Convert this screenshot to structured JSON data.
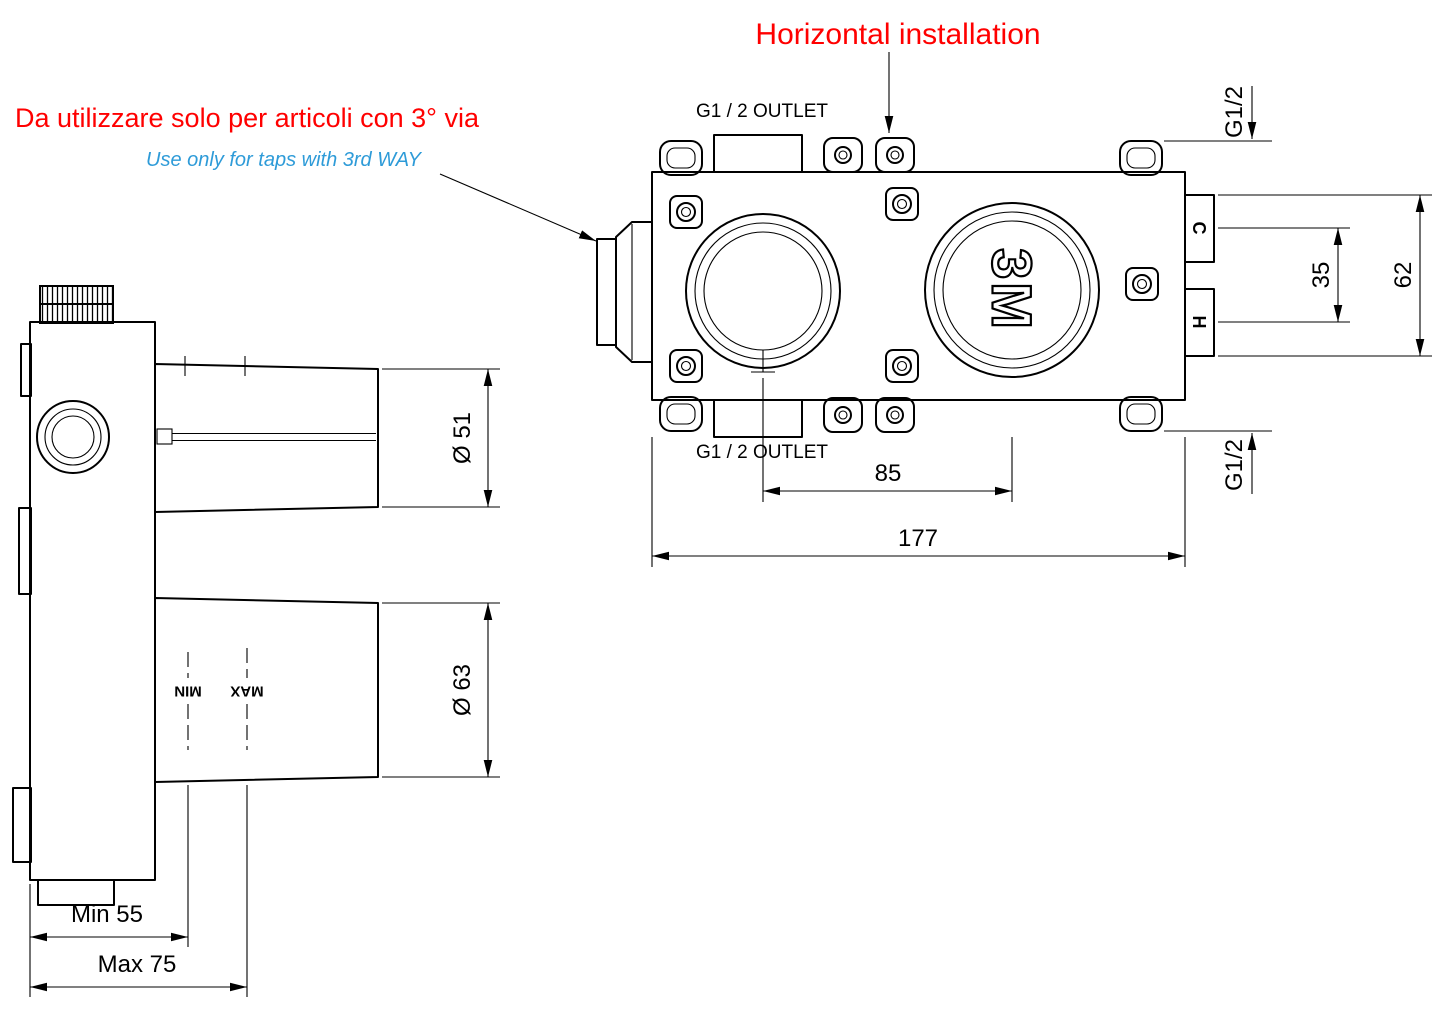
{
  "title": "Horizontal installation",
  "notes": {
    "italian": "Da utilizzare solo per articoli con 3° via",
    "english": "Use only for taps with 3rd WAY"
  },
  "front_view": {
    "top_outlet_label": "G1 / 2 OUTLET",
    "bottom_outlet_label": "G1 / 2 OUTLET",
    "logo": "3M",
    "cold_port": "C",
    "hot_port": "H",
    "dims": {
      "outlet_spacing": "85",
      "overall_width": "177",
      "port_center_distance": "35",
      "port_overall": "62",
      "thread_top": "G1/2",
      "thread_bottom": "G1/2"
    }
  },
  "side_view": {
    "upper_diameter": "Ø 51",
    "lower_diameter": "Ø 63",
    "min_mark": "MIN",
    "max_mark": "MAX",
    "depth_min": "Min  55",
    "depth_max": "Max  75"
  },
  "colors": {
    "highlight_red": "#FF0000",
    "note_blue": "#2E9BD8",
    "line_black": "#000000"
  }
}
